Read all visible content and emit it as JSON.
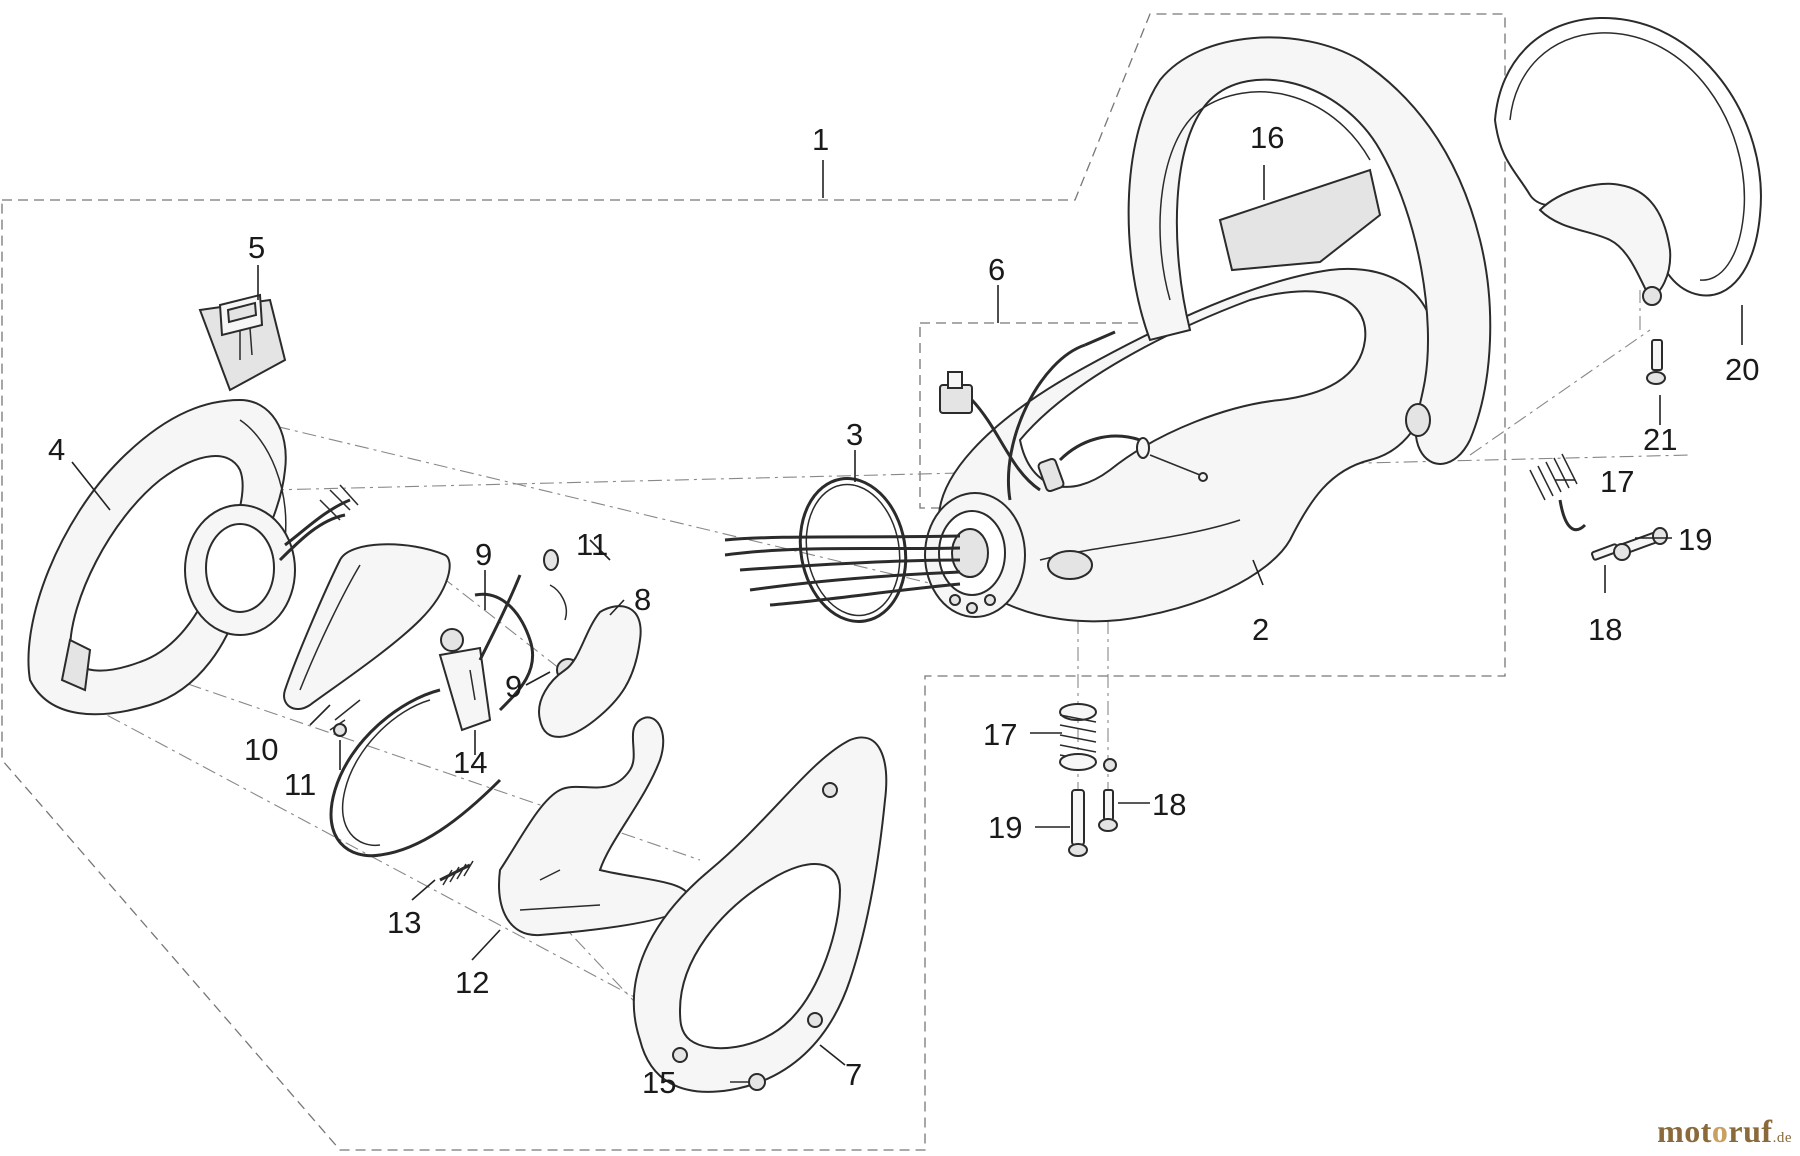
{
  "labels": {
    "l1": "1",
    "l2": "2",
    "l3": "3",
    "l4": "4",
    "l5": "5",
    "l6": "6",
    "l7": "7",
    "l8": "8",
    "l9a": "9",
    "l9b": "9",
    "l10": "10",
    "l11a": "11",
    "l11b": "11",
    "l12": "12",
    "l13": "13",
    "l14": "14",
    "l15": "15",
    "l16": "16",
    "l17a": "17",
    "l17b": "17",
    "l18a": "18",
    "l18b": "18",
    "l19a": "19",
    "l19b": "19",
    "l20": "20",
    "l21": "21"
  },
  "watermark": {
    "main_a": "mot",
    "main_b": "o",
    "main_c": "ruf",
    "domain": ".de"
  },
  "colors": {
    "line": "#2b2b2b",
    "dash": "#777777",
    "watermark": "#8a6a3a"
  }
}
